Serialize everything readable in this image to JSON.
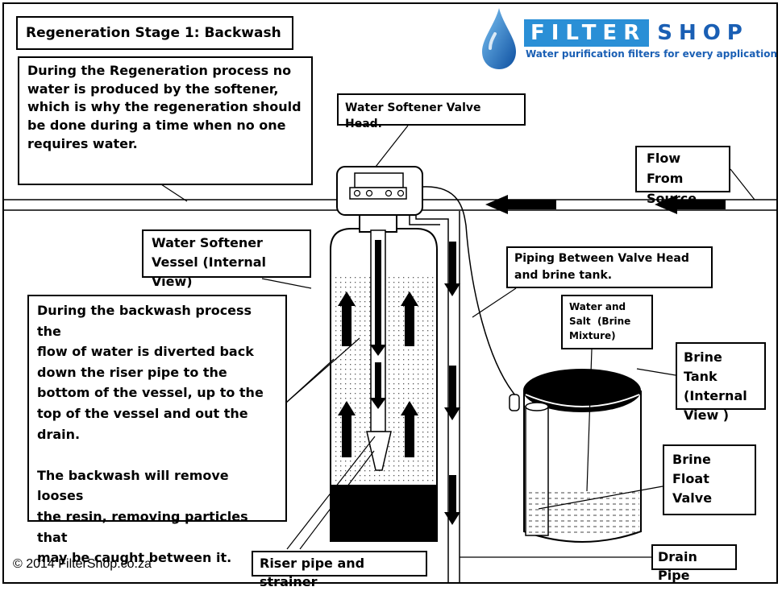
{
  "title": "Regeneration Stage 1: Backwash",
  "intro": "During the Regeneration process no\nwater is produced by the softener,\nwhich is why the regeneration should\nbe done during a time when no one\nrequires water.",
  "labels": {
    "valve_head": "Water Softener Valve Head.",
    "flow_from_source": "Flow From\nSource",
    "vessel": "Water Softener\nVessel (Internal View)",
    "piping": "Piping Between Valve Head\nand brine tank.",
    "brine_mixture": "Water and\nSalt  (Brine\nMixture)",
    "brine_tank": "Brine Tank\n(Internal\nView )",
    "brine_float_valve": "Brine\nFloat\nValve",
    "riser_pipe": "Riser pipe and strainer",
    "drain_pipe": "Drain Pipe"
  },
  "backwash_text": "During the backwash process the\nflow of water is diverted back\ndown the riser pipe to the\nbottom of the vessel, up to the\ntop of the vessel and out the\ndrain.\n\nThe backwash will remove looses\nthe resin, removing particles that\nmay be caught between it.",
  "copyright": "© 2014 FilterShop.co.za",
  "logo": {
    "word_1": "FILTER",
    "word_2": "SHOP",
    "tagline": "Water purification filters for every application",
    "colors": {
      "accent": "#2a8fd6",
      "dark": "#1a5fb4"
    }
  }
}
